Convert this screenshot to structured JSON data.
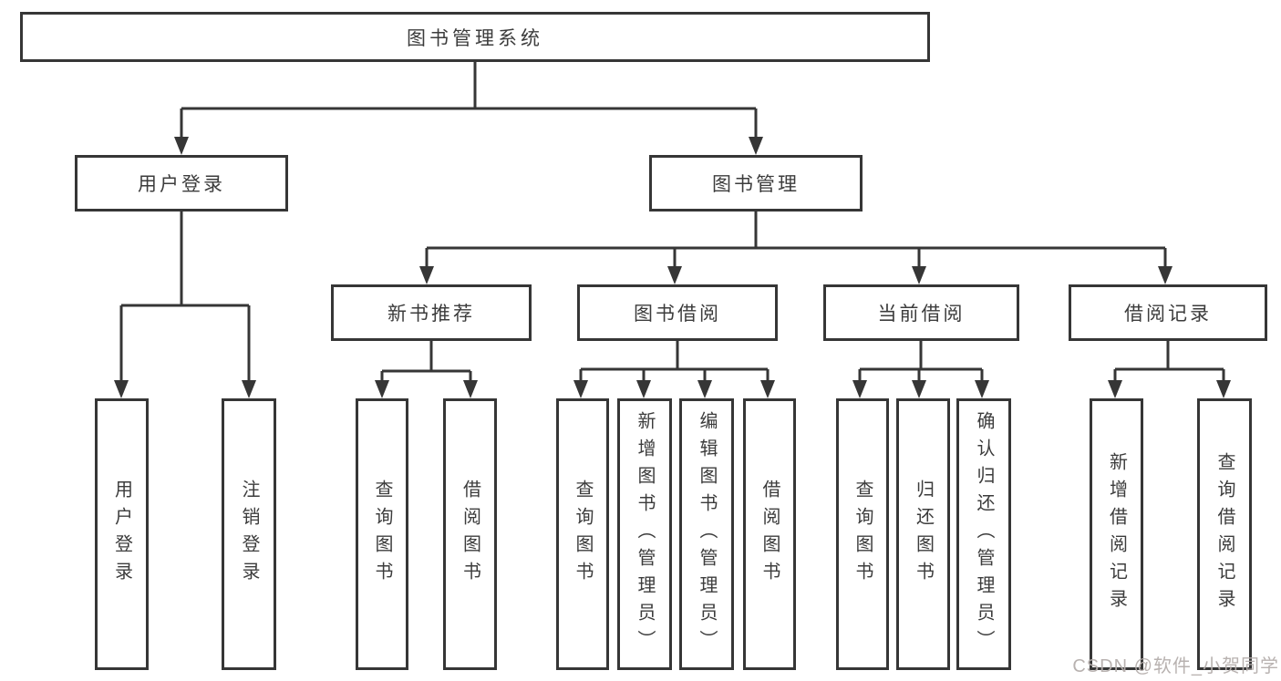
{
  "diagram": {
    "type": "tree",
    "root": {
      "label": "图书管理系统",
      "children": [
        {
          "label": "用户登录",
          "children": [
            {
              "label": "用户登录"
            },
            {
              "label": "注销登录"
            }
          ]
        },
        {
          "label": "图书管理",
          "children": [
            {
              "label": "新书推荐",
              "children": [
                {
                  "label": "查询图书"
                },
                {
                  "label": "借阅图书"
                }
              ]
            },
            {
              "label": "图书借阅",
              "children": [
                {
                  "label": "查询图书"
                },
                {
                  "label": "新增图书（管理员）"
                },
                {
                  "label": "编辑图书（管理员）"
                },
                {
                  "label": "借阅图书"
                }
              ]
            },
            {
              "label": "当前借阅",
              "children": [
                {
                  "label": "查询图书"
                },
                {
                  "label": "归还图书"
                },
                {
                  "label": "确认归还（管理员）"
                }
              ]
            },
            {
              "label": "借阅记录",
              "children": [
                {
                  "label": "新增借阅记录"
                },
                {
                  "label": "查询借阅记录"
                }
              ]
            }
          ]
        }
      ]
    }
  },
  "watermark": {
    "text": "CSDN @软件_小贺同学"
  },
  "colors": {
    "line": "#363636",
    "text": "#3c3c3c",
    "watermark": "#b5aeac",
    "box_bg": "#ffffff",
    "page_bg": "#ffffff"
  }
}
